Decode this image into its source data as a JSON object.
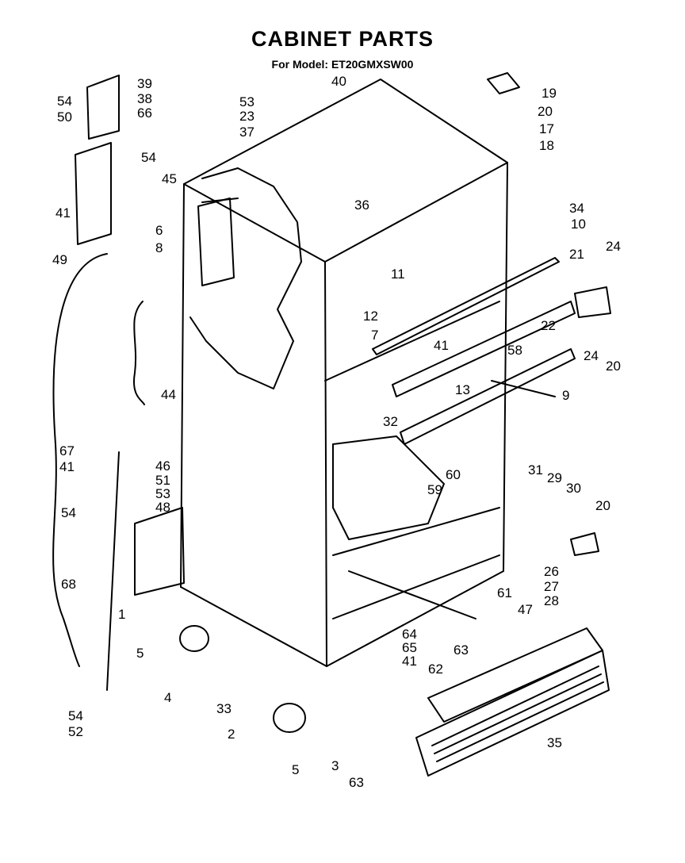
{
  "title": "CABINET PARTS",
  "subtitle": "For Model: ET20GMXSW00",
  "part_labels": [
    "54",
    "50",
    "39",
    "38",
    "66",
    "53",
    "23",
    "37",
    "40",
    "54",
    "45",
    "41",
    "6",
    "8",
    "49",
    "36",
    "19",
    "20",
    "17",
    "18",
    "34",
    "10",
    "24",
    "21",
    "11",
    "12",
    "7",
    "22",
    "24",
    "20",
    "41",
    "58",
    "13",
    "9",
    "32",
    "60",
    "59",
    "44",
    "67",
    "41",
    "46",
    "51",
    "53",
    "48",
    "54",
    "68",
    "1",
    "5",
    "4",
    "54",
    "52",
    "33",
    "2",
    "5",
    "3",
    "31",
    "29",
    "30",
    "20",
    "26",
    "27",
    "28",
    "61",
    "47",
    "64",
    "65",
    "41",
    "63",
    "62",
    "35",
    "63"
  ]
}
